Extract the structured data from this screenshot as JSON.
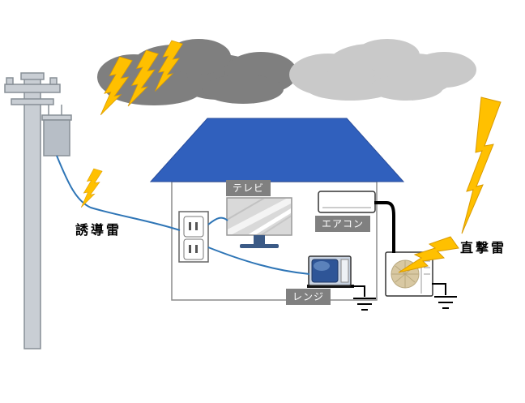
{
  "diagram": {
    "labels": {
      "induced_lightning": "誘導雷",
      "direct_lightning": "直撃雷",
      "tv": "テレビ",
      "aircon": "エアコン",
      "microwave": "レンジ"
    },
    "colors": {
      "roof": "#3060bd",
      "wire": "#2e75b6",
      "lightning": "#ffc000",
      "lightning_stroke": "#d99a00",
      "dark_cloud": "#7f7f7f",
      "light_cloud": "#c9c9c9",
      "label_chip_bg": "#808080",
      "label_chip_text": "#ffffff",
      "pole": "#c9ced4",
      "cable": "#000000",
      "house_wall": "#ffffff",
      "house_stroke": "#8c8c8c"
    }
  }
}
